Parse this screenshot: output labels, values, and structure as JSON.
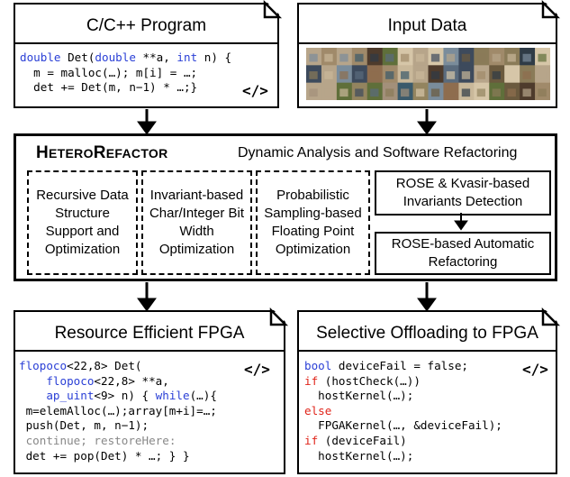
{
  "program": {
    "title": "C/C++ Program",
    "tag": "</>"
  },
  "input": {
    "title": "Input Data"
  },
  "center": {
    "brand": "HeteroRefactor",
    "subtitle": "Dynamic Analysis and Software Refactoring",
    "modules": [
      {
        "label": "Recursive Data Structure Support and Optimization"
      },
      {
        "label": "Invariant-based Char/Integer Bit Width Optimization"
      },
      {
        "label": "Probabilistic Sampling-based Floating Point Optimization"
      }
    ],
    "rose1": "ROSE & Kvasir-based Invariants Detection",
    "rose2": "ROSE-based Automatic Refactoring"
  },
  "fpga": {
    "title": "Resource Efficient FPGA",
    "tag": "</>"
  },
  "offload": {
    "title": "Selective Offloading to FPGA",
    "tag": "</>"
  },
  "colors": {
    "keyword": "#2a3fd6",
    "else": "#e0241a",
    "comment": "#888888"
  },
  "icons": [
    "document-fold-icon",
    "code-tag-icon",
    "arrow-down-icon"
  ]
}
